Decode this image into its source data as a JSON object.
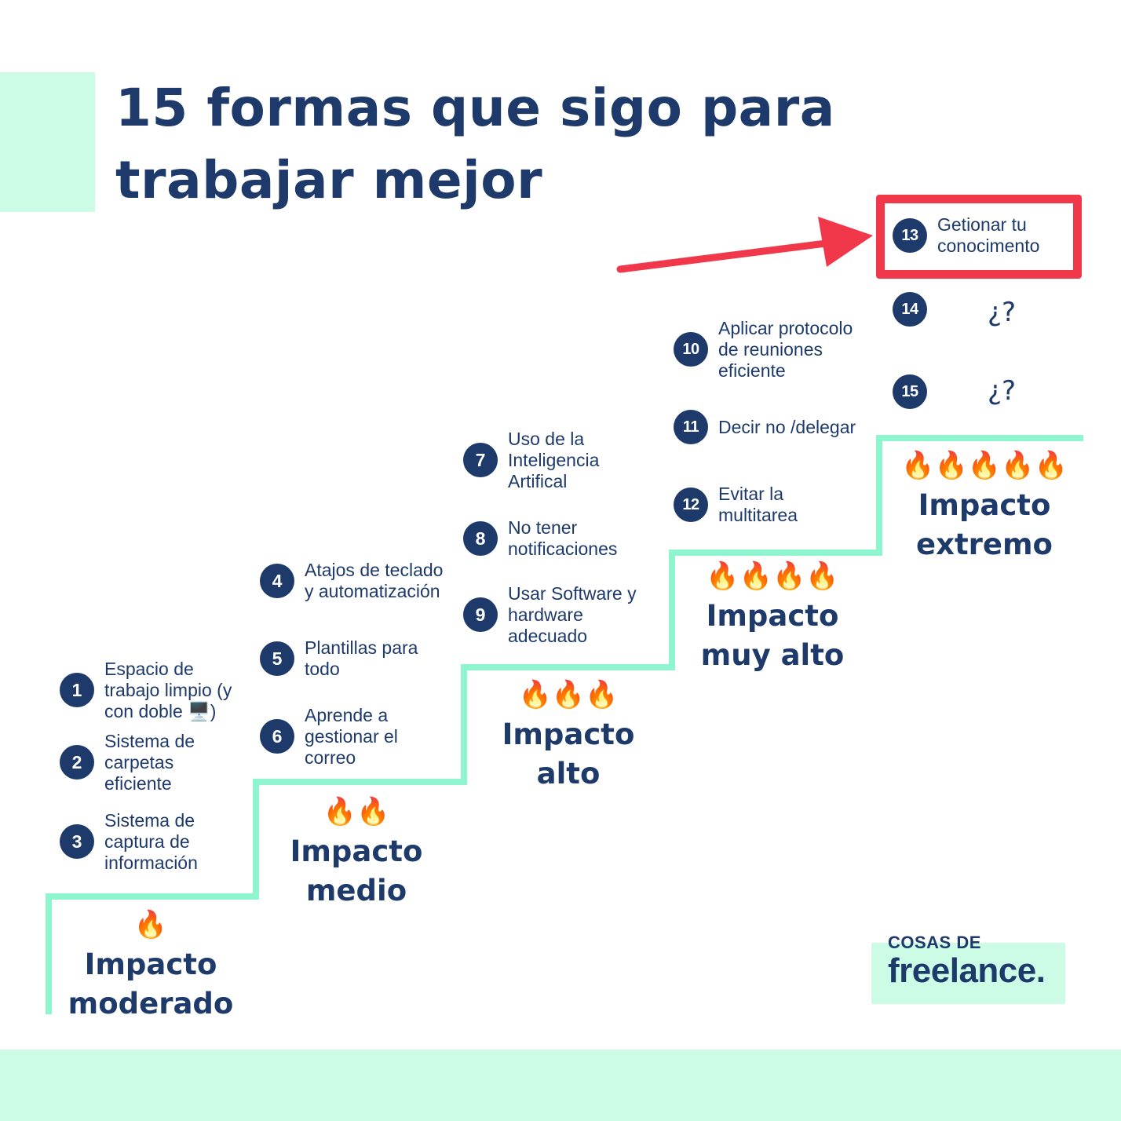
{
  "title": "15 formas que sigo para trabajar mejor",
  "colors": {
    "navy": "#1d3a6b",
    "mint": "#ccfbe6",
    "stair_line": "#8ff5cf",
    "highlight_red": "#f0384a",
    "white": "#ffffff"
  },
  "items": [
    {
      "num": "1",
      "text": "Espacio de\ntrabajo limpio (y\ncon doble 🖥️)"
    },
    {
      "num": "2",
      "text": "Sistema de\ncarpetas\neficiente"
    },
    {
      "num": "3",
      "text": "Sistema de\ncaptura de\ninformación"
    },
    {
      "num": "4",
      "text": "Atajos de teclado\ny automatización"
    },
    {
      "num": "5",
      "text": "Plantillas para\ntodo"
    },
    {
      "num": "6",
      "text": "Aprende a\ngestionar el\ncorreo"
    },
    {
      "num": "7",
      "text": "Uso de la\nInteligencia\nArtifical"
    },
    {
      "num": "8",
      "text": "No tener\nnotificaciones"
    },
    {
      "num": "9",
      "text": "Usar Software y\nhardware\nadecuado"
    },
    {
      "num": "10",
      "text": "Aplicar protocolo\nde reuniones\neficiente"
    },
    {
      "num": "11",
      "text": "Decir no /delegar"
    },
    {
      "num": "12",
      "text": "Evitar la\nmultitarea"
    },
    {
      "num": "13",
      "text": "Getionar tu\nconocimento"
    },
    {
      "num": "14",
      "text": "¿?"
    },
    {
      "num": "15",
      "text": "¿?"
    }
  ],
  "levels": [
    {
      "fires": "🔥",
      "label": "Impacto\nmoderado"
    },
    {
      "fires": "🔥🔥",
      "label": "Impacto\nmedio"
    },
    {
      "fires": "🔥🔥🔥",
      "label": "Impacto\nalto"
    },
    {
      "fires": "🔥🔥🔥🔥",
      "label": "Impacto\nmuy alto"
    },
    {
      "fires": "🔥🔥🔥🔥🔥",
      "label": "Impacto\nextremo"
    }
  ],
  "brand": {
    "small": "COSAS DE",
    "big": "freelance."
  }
}
